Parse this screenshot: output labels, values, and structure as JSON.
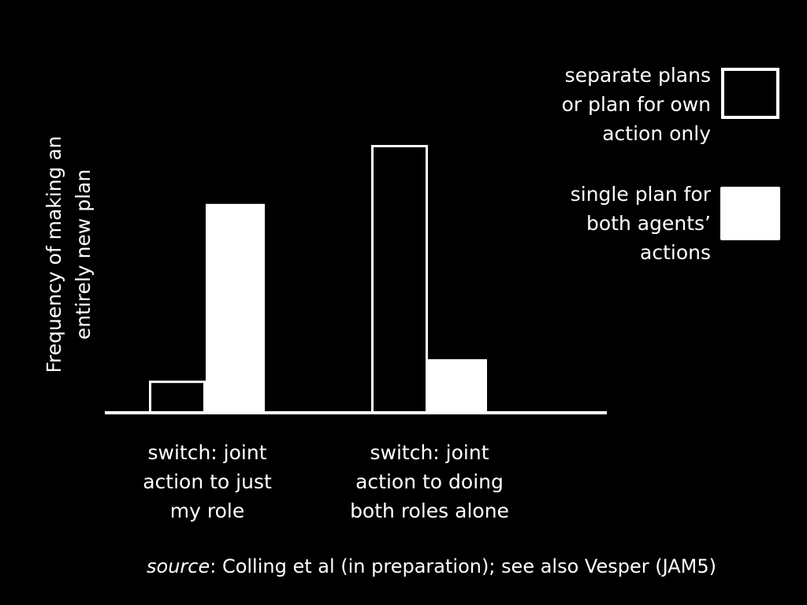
{
  "chart_data": {
    "type": "bar",
    "categories": [
      "switch:  joint\naction to just\nmy role",
      "switch: joint\naction to doing\nboth roles alone"
    ],
    "series": [
      {
        "name": "separate plans\nor plan for own\naction only",
        "style": "outline",
        "values": [
          0.12,
          1.0
        ]
      },
      {
        "name": "single plan for\nboth agents’\nactions",
        "style": "filled",
        "values": [
          0.78,
          0.2
        ]
      }
    ],
    "ylabel": "Frequency of making an\nentirely new plan",
    "ylim": [
      0,
      1.1
    ],
    "grid": false,
    "legend_placement": "top-right"
  },
  "source": {
    "prefix": "source",
    "text": ": Colling et al (in preparation); see also Vesper (JAM5)"
  },
  "colors": {
    "background": "#000000",
    "foreground": "#ffffff"
  }
}
